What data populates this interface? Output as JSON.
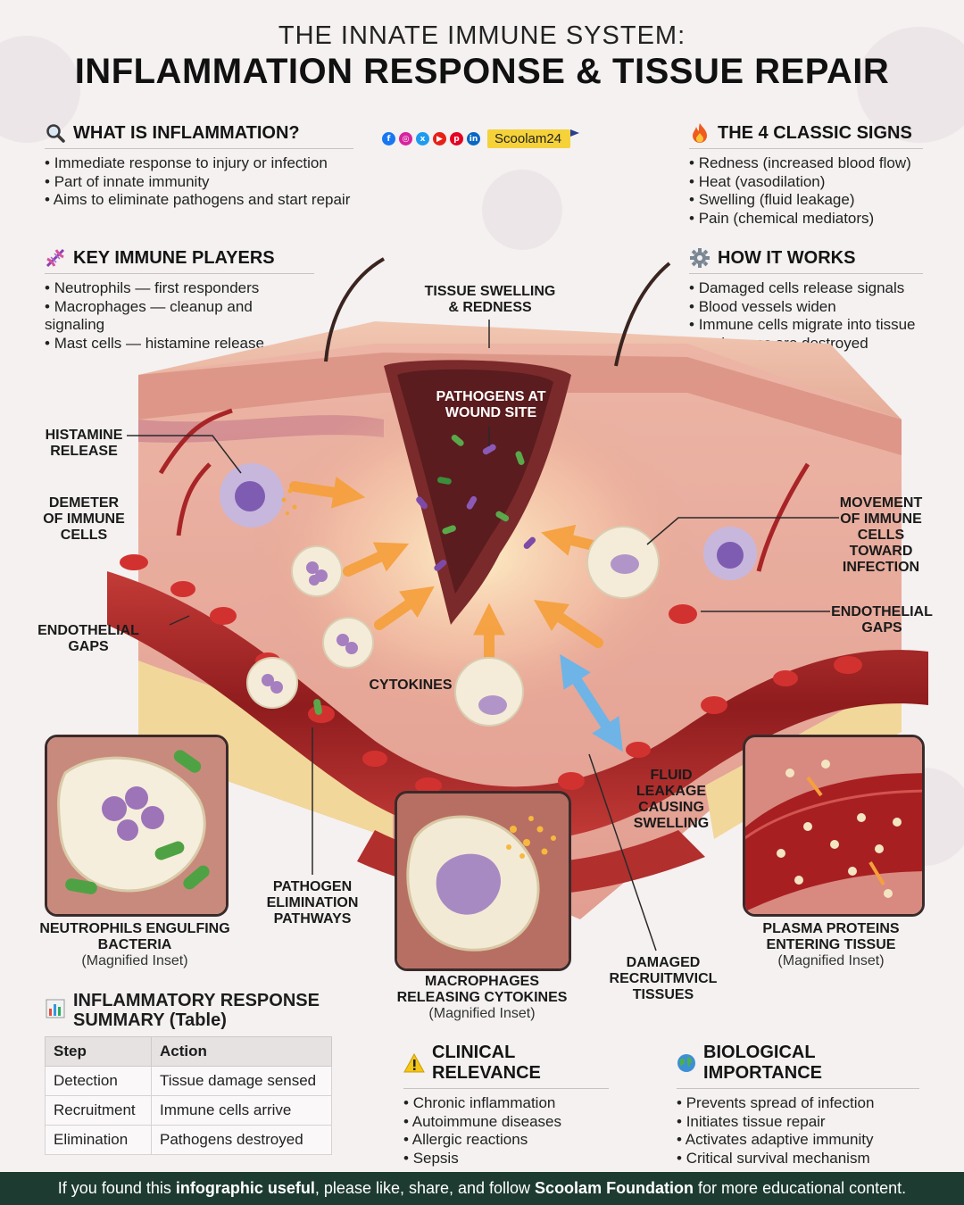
{
  "header": {
    "title_line1": "THE INNATE IMMUNE SYSTEM:",
    "title_line2": "INFLAMMATION RESPONSE & TISSUE REPAIR"
  },
  "brand": {
    "name": "Scoolam24",
    "social_icons": [
      "facebook-icon",
      "instagram-icon",
      "x-icon",
      "youtube-icon",
      "pinterest-icon",
      "linkedin-icon"
    ]
  },
  "sections": {
    "what_is": {
      "icon": "magnifier-icon",
      "title": "WHAT IS INFLAMMATION?",
      "items": [
        "Immediate response to injury or infection",
        "Part of innate immunity",
        "Aims to eliminate pathogens and start repair"
      ]
    },
    "classic_signs": {
      "icon": "fire-icon",
      "title": "THE 4 CLASSIC SIGNS",
      "items": [
        "Redness (increased blood flow)",
        "Heat (vasodilation)",
        "Swelling (fluid leakage)",
        "Pain (chemical mediators)"
      ]
    },
    "key_players": {
      "icon": "dna-icon",
      "title": "KEY IMMUNE PLAYERS",
      "items": [
        "Neutrophils — first responders",
        "Macrophages — cleanup and signaling",
        "Mast cells — histamine release"
      ]
    },
    "how_it_works": {
      "icon": "gear-icon",
      "title": "HOW IT WORKS",
      "items": [
        "Damaged cells release signals",
        "Blood vessels widen",
        "Immune cells migrate into tissue",
        "Pathogens are destroyed"
      ]
    },
    "summary": {
      "icon": "bar-chart-icon",
      "title_line1": "INFLAMMATORY RESPONSE",
      "title_line2": "SUMMARY (Table)",
      "columns": [
        "Step",
        "Action"
      ],
      "rows": [
        [
          "Detection",
          "Tissue damage sensed"
        ],
        [
          "Recruitment",
          "Immune cells arrive"
        ],
        [
          "Elimination",
          "Pathogens destroyed"
        ]
      ]
    },
    "clinical": {
      "icon": "warning-icon",
      "title": "CLINICAL RELEVANCE",
      "items": [
        "Chronic inflammation",
        "Autoimmune diseases",
        "Allergic reactions",
        "Sepsis"
      ]
    },
    "biological": {
      "icon": "globe-icon",
      "title": "BIOLOGICAL IMPORTANCE",
      "items": [
        "Prevents spread of infection",
        "Initiates tissue repair",
        "Activates adaptive immunity",
        "Critical survival mechanism"
      ]
    }
  },
  "labels": {
    "tissue_swelling": "TISSUE SWELLING & REDNESS",
    "pathogens": "PATHOGENS AT WOUND SITE",
    "histamine": "HISTAMINE RELEASE",
    "demeter": "DEMETER OF IMMUNE CELLS",
    "endothelial_left": "ENDOTHELIAL GAPS",
    "cytokines": "CYTOKINES",
    "movement": "MOVEMENT OF IMMUNE CELLS TOWARD INFECTION",
    "endothelial_right": "ENDOTHELIAL GAPS",
    "fluid": "FLUID LEAKAGE CAUSING SWELLING",
    "pathogen_elim": "PATHOGEN ELIMINATION PATHWAYS",
    "damaged": "DAMAGED RECRUITMVICL TISSUES"
  },
  "insets": {
    "neutrophils": {
      "title": "NEUTROPHILS ENGULFING BACTERIA",
      "sub": "(Magnified Inset)"
    },
    "macrophages": {
      "title": "MACROPHAGES RELEASING CYTOKINES",
      "sub": "(Magnified Inset)"
    },
    "plasma": {
      "title": "PLASMA PROTEINS ENTERING TISSUE",
      "sub": "(Magnified Inset)"
    }
  },
  "footer": {
    "pre": "If you found this ",
    "bold1": "infographic useful",
    "mid": ", please like, share, and follow ",
    "bold2": "Scoolam Foundation",
    "post": " for more educational content."
  },
  "colors": {
    "footer_bg": "#1d3b31",
    "brand_badge": "#f5d23a",
    "skin": "#e9b6a3",
    "vessel": "#b8302f",
    "arrow": "#f6a03c",
    "fluid_arrow": "#6fb4e6"
  }
}
